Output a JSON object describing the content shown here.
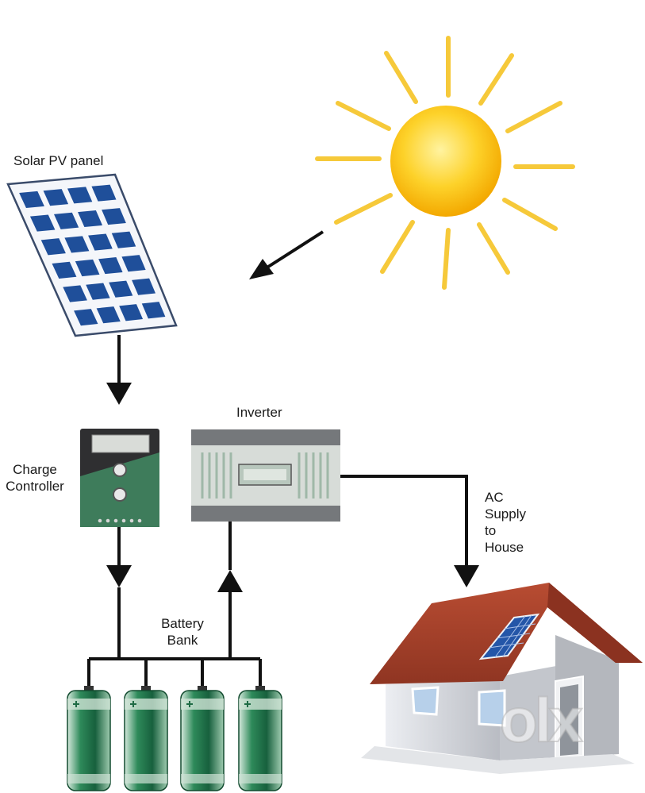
{
  "labels": {
    "solar_panel": "Solar PV panel",
    "charge_controller_line1": "Charge",
    "charge_controller_line2": "Controller",
    "inverter": "Inverter",
    "battery_bank_line1": "Battery",
    "battery_bank_line2": "Bank",
    "ac_supply_line1": "AC",
    "ac_supply_line2": "Supply",
    "ac_supply_line3": "to",
    "ac_supply_line4": "House"
  },
  "watermark": "olx",
  "colors": {
    "sun": "#f7b500",
    "sun_rays": "#f6c93a",
    "panel_cell": "#1f4f9a",
    "controller_green": "#3d7a5a",
    "inverter_gray": "#7a7d80",
    "battery_green": "#1f6b45",
    "roof": "#a4412b",
    "wall": "#d8dadf",
    "wire": "#111111"
  }
}
